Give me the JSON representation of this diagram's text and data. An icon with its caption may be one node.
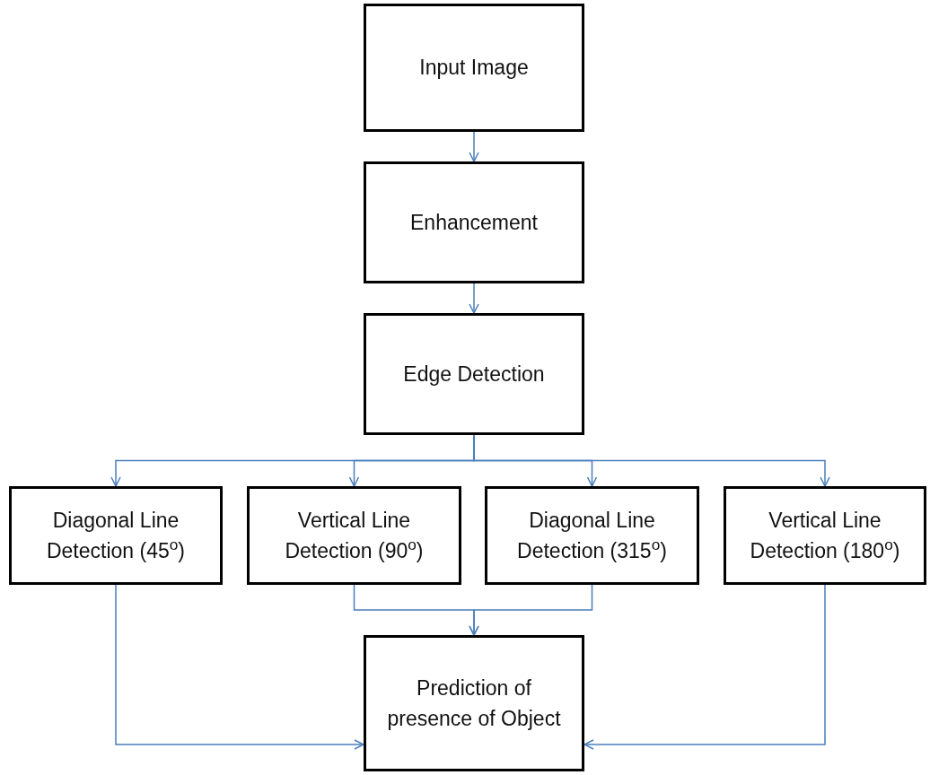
{
  "diagram": {
    "nodes": [
      {
        "text": [
          "Input Image"
        ]
      },
      {
        "text": [
          "Enhancement"
        ]
      },
      {
        "text": [
          "Edge Detection"
        ]
      },
      {
        "text": [
          "Diagonal Line Detection (45$^{o}$)"
        ]
      },
      {
        "text": [
          "Vertical Line Detection (90$^{o}$)"
        ]
      },
      {
        "text": [
          "Diagonal Line Detection (315$^{o}$)"
        ]
      },
      {
        "text": [
          "Vertical Line Detection (180$^{o}$)"
        ]
      },
      {
        "text": [
          "Prediction of presence of Object"
        ]
      }
    ],
    "edges": [
      {
        "from": 0,
        "to": 1,
        "arrow": "to"
      },
      {
        "from": 1,
        "to": 2,
        "arrow": "to"
      },
      {
        "from": 2,
        "to": 3,
        "arrow": "to"
      },
      {
        "from": 2,
        "to": 4,
        "arrow": "to"
      },
      {
        "from": 2,
        "to": 5,
        "arrow": "to"
      },
      {
        "from": 2,
        "to": 6,
        "arrow": "to"
      },
      {
        "from": 3,
        "to": 7,
        "arrow": "to"
      },
      {
        "from": 4,
        "to": 7,
        "arrow": "to"
      },
      {
        "from": 5,
        "to": 7,
        "arrow": "to"
      },
      {
        "from": 6,
        "to": 7,
        "arrow": "to"
      }
    ]
  }
}
